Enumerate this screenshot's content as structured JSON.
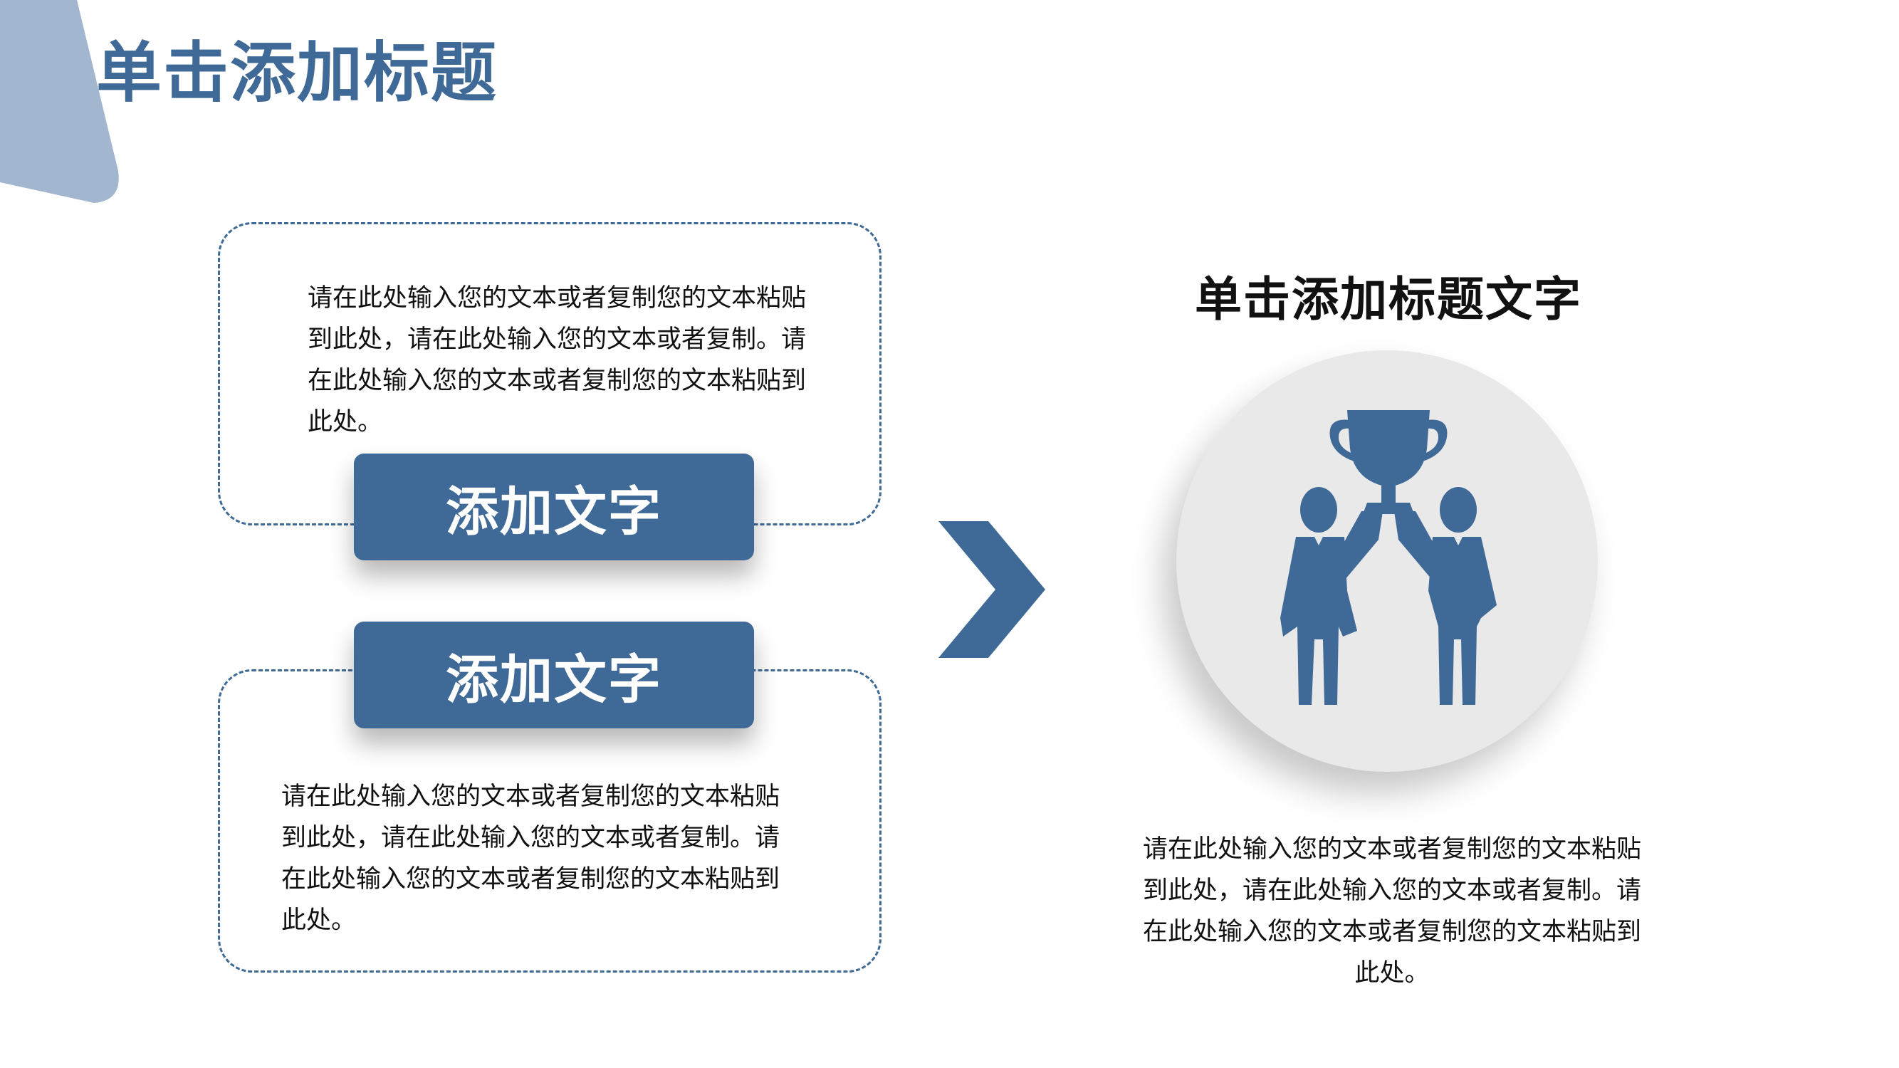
{
  "page_title": "单击添加标题",
  "top_card": {
    "button_label": "添加文字",
    "lines": [
      "请在此处输入您的文本或者复制您的文本粘贴",
      "到此处，请在此处输入您的文本或者复制。请",
      "在此处输入您的文本或者复制您的文本粘贴到",
      "此处。"
    ]
  },
  "bottom_card": {
    "button_label": "添加文字",
    "lines": [
      "请在此处输入您的文本或者复制您的文本粘贴",
      "到此处，请在此处输入您的文本或者复制。请",
      "在此处输入您的文本或者复制您的文本粘贴到",
      "此处。"
    ]
  },
  "feature": {
    "title": "单击添加标题文字",
    "icon": "trophy-people-icon",
    "lines": [
      "请在此处输入您的文本或者复制您的文本粘贴",
      "到此处，请在此处输入您的文本或者复制。请",
      "在此处输入您的文本或者复制您的文本粘贴到",
      "此处。"
    ]
  },
  "arrow_icon": "chevron-right-icon",
  "colors": {
    "accent": "#3f6a97",
    "corner_shape": "#a2b7cf",
    "circle_fill": "#e9e9e9",
    "text": "#111111"
  }
}
